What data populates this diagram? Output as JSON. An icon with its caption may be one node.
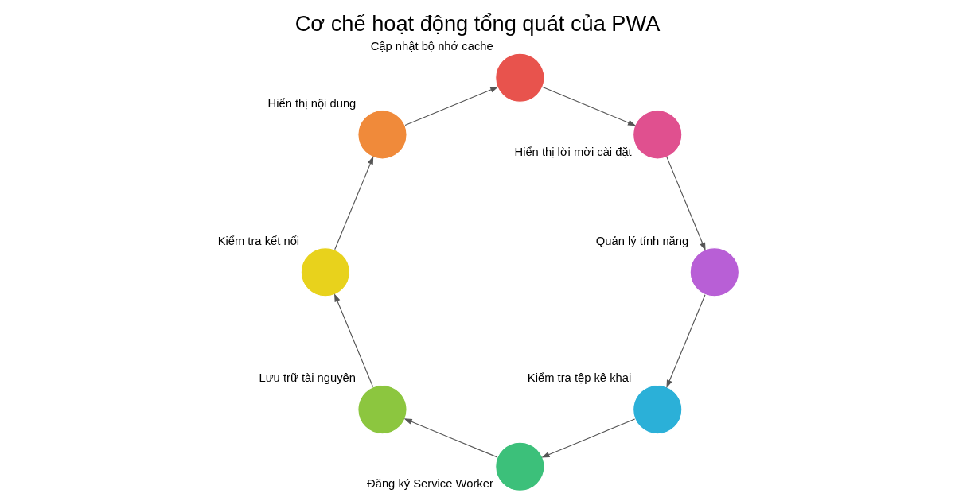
{
  "diagram": {
    "title": "Cơ chế hoạt động tổng quát của PWA",
    "nodes": [
      {
        "text": [],
        "shape": "circle",
        "beside": [
          "Kiểm tra tệp kê khai"
        ]
      },
      {
        "text": [],
        "shape": "circle",
        "beside": [
          "Đăng ký Service Worker"
        ]
      },
      {
        "text": [],
        "shape": "circle",
        "beside": [
          "Lưu trữ tài nguyên"
        ]
      },
      {
        "text": [],
        "shape": "circle",
        "beside": [
          "Kiểm tra kết nối"
        ]
      },
      {
        "text": [],
        "shape": "circle",
        "beside": [
          "Hiển thị nội dung"
        ]
      },
      {
        "text": [],
        "shape": "circle",
        "beside": [
          "Cập nhật bộ nhớ cache"
        ]
      },
      {
        "text": [],
        "shape": "circle",
        "beside": [
          "Hiển thị lời mời cài đặt"
        ]
      },
      {
        "text": [],
        "shape": "circle",
        "beside": [
          "Quản lý tính năng"
        ]
      }
    ],
    "edges": [
      {
        "from": 0,
        "to": 1,
        "arrow": "to"
      },
      {
        "from": 1,
        "to": 2,
        "arrow": "to"
      },
      {
        "from": 2,
        "to": 3,
        "arrow": "to"
      },
      {
        "from": 3,
        "to": 4,
        "arrow": "to"
      },
      {
        "from": 4,
        "to": 5,
        "arrow": "to"
      },
      {
        "from": 5,
        "to": 6,
        "arrow": "to"
      },
      {
        "from": 6,
        "to": 7,
        "arrow": "to"
      },
      {
        "from": 7,
        "to": 0,
        "arrow": "to"
      }
    ]
  }
}
